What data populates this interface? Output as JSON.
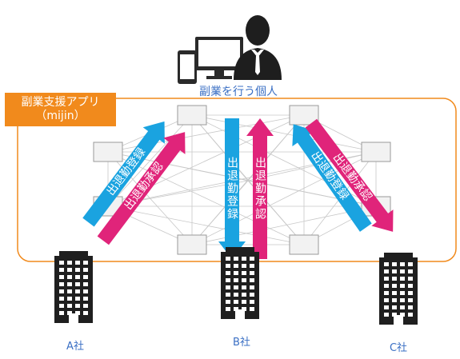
{
  "user": {
    "label": "副業を行う個人",
    "icon": "businessman-with-devices-icon"
  },
  "app": {
    "name_line1": "副業支援アプリ",
    "name_line2": "（mijin）"
  },
  "arrows": [
    {
      "text": "出退勤登録",
      "color": "#1aa3e0",
      "direction": "to-company"
    },
    {
      "text": "出退勤承認",
      "color": "#e0247a",
      "direction": "to-user"
    },
    {
      "text": "出退勤登録",
      "color": "#1aa3e0",
      "direction": "to-company"
    },
    {
      "text": "出退勤承認",
      "color": "#e0247a",
      "direction": "to-user"
    },
    {
      "text": "出退勤登録",
      "color": "#1aa3e0",
      "direction": "to-user"
    },
    {
      "text": "出退勤承認",
      "color": "#e0247a",
      "direction": "to-company"
    }
  ],
  "companies": [
    {
      "label": "A社",
      "icon": "office-building-icon"
    },
    {
      "label": "B社",
      "icon": "office-building-icon"
    },
    {
      "label": "C社",
      "icon": "office-building-icon"
    }
  ],
  "colors": {
    "app_frame": "#f18a1c",
    "register": "#1aa3e0",
    "approve": "#e0247a",
    "label_text": "#3a6fc4"
  }
}
